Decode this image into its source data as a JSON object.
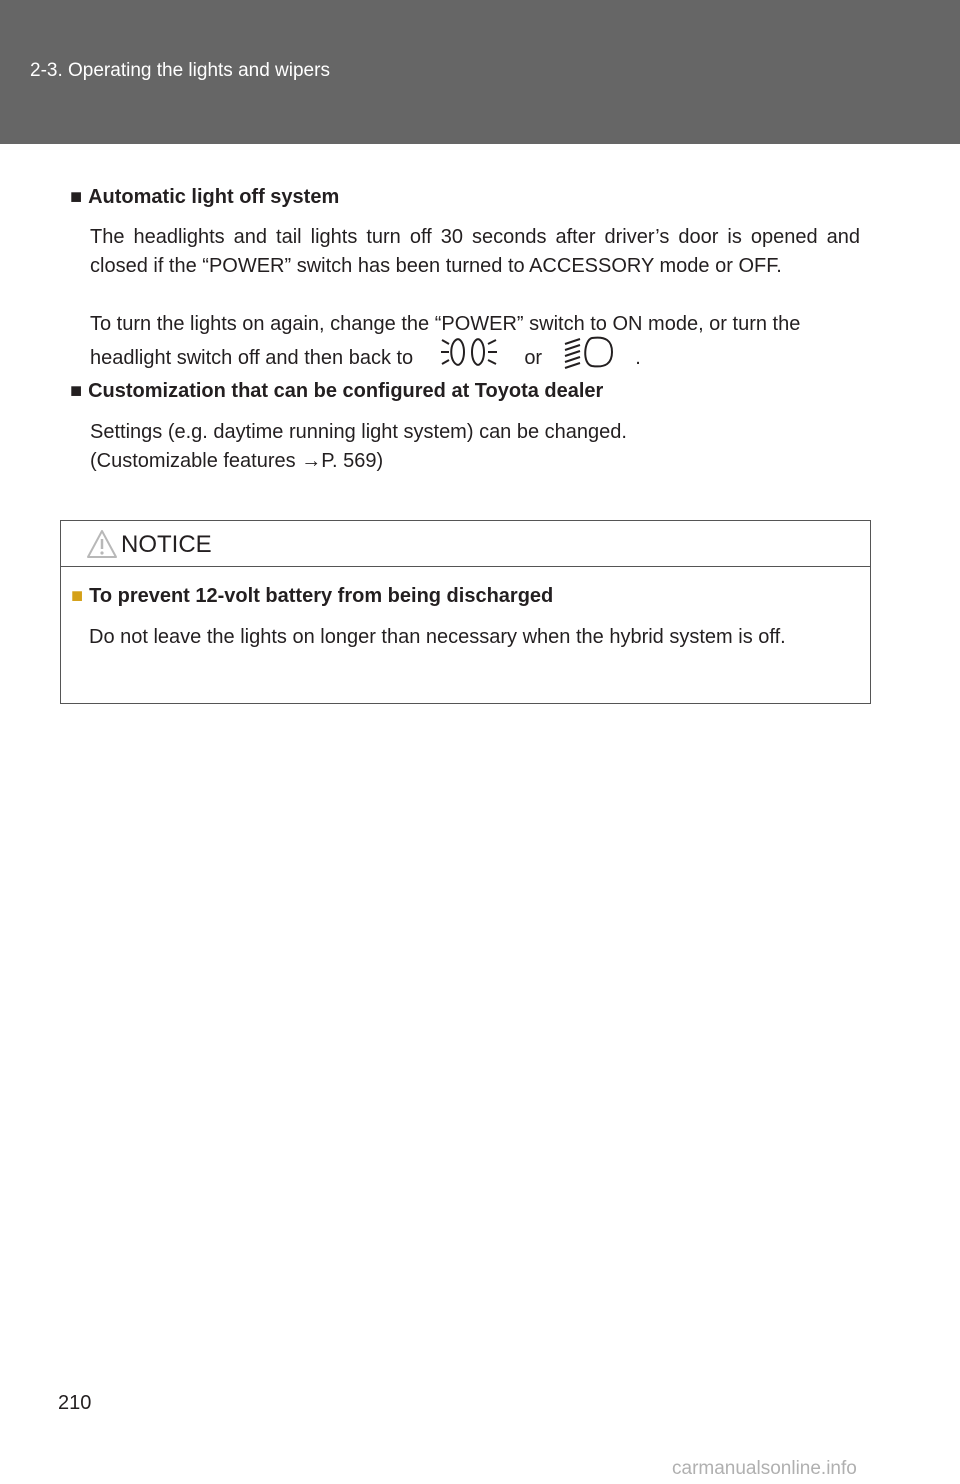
{
  "header": {
    "section": "2-3. Operating the lights and wipers"
  },
  "section1": {
    "bullet": "■",
    "title": "Automatic light off system",
    "para1": "The headlights and tail lights turn off 30 seconds after driver’s door is opened and closed if the “POWER” switch has been turned to ACCESSORY mode or OFF.",
    "para2_a": "To turn the lights on again, change the “POWER” switch to ON mode, or turn the headlight switch off and then back to",
    "para2_or": "or",
    "para2_end": ".",
    "icon1": "tail-light-icon",
    "icon2": "headlight-icon"
  },
  "section2": {
    "bullet": "■",
    "title": "Customization that can be configured at Toyota dealer",
    "line1": "Settings (e.g. daytime running light system) can be changed.",
    "line2_a": "(Customizable features",
    "arrow": "→",
    "line2_b": "P. 569)"
  },
  "notice": {
    "icon": "warning-icon",
    "title": "NOTICE",
    "bullet": "■",
    "subtitle": "To prevent 12-volt battery from being discharged",
    "text": "Do not leave the lights on longer than necessary when the hybrid system is off."
  },
  "footer": {
    "page_number": "210",
    "watermark": "carmanualsonline.info"
  }
}
